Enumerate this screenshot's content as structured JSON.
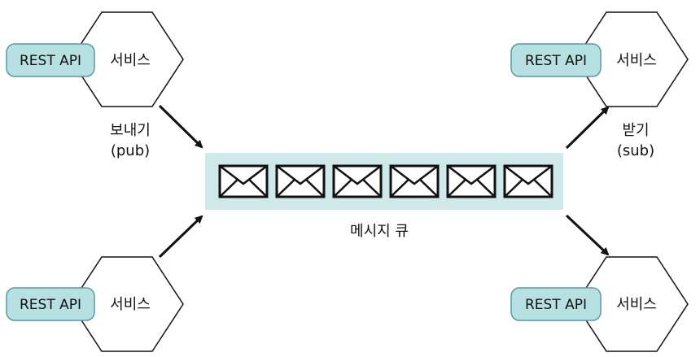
{
  "colors": {
    "accent_fill": "#b6e0e2",
    "accent_stroke": "#5a9aa0",
    "queue_fill": "#cfe9eb",
    "line": "#111111"
  },
  "services": [
    {
      "api_label": "REST API",
      "service_label": "서비스"
    },
    {
      "api_label": "REST API",
      "service_label": "서비스"
    },
    {
      "api_label": "REST API",
      "service_label": "서비스"
    },
    {
      "api_label": "REST API",
      "service_label": "서비스"
    }
  ],
  "labels": {
    "send_line1": "보내기",
    "send_line2": "(pub)",
    "receive_line1": "받기",
    "receive_line2": "(sub)",
    "queue": "메시지 큐"
  },
  "queue": {
    "message_icons": [
      "envelope-icon",
      "envelope-icon",
      "envelope-icon",
      "envelope-icon",
      "envelope-icon",
      "envelope-icon"
    ]
  }
}
